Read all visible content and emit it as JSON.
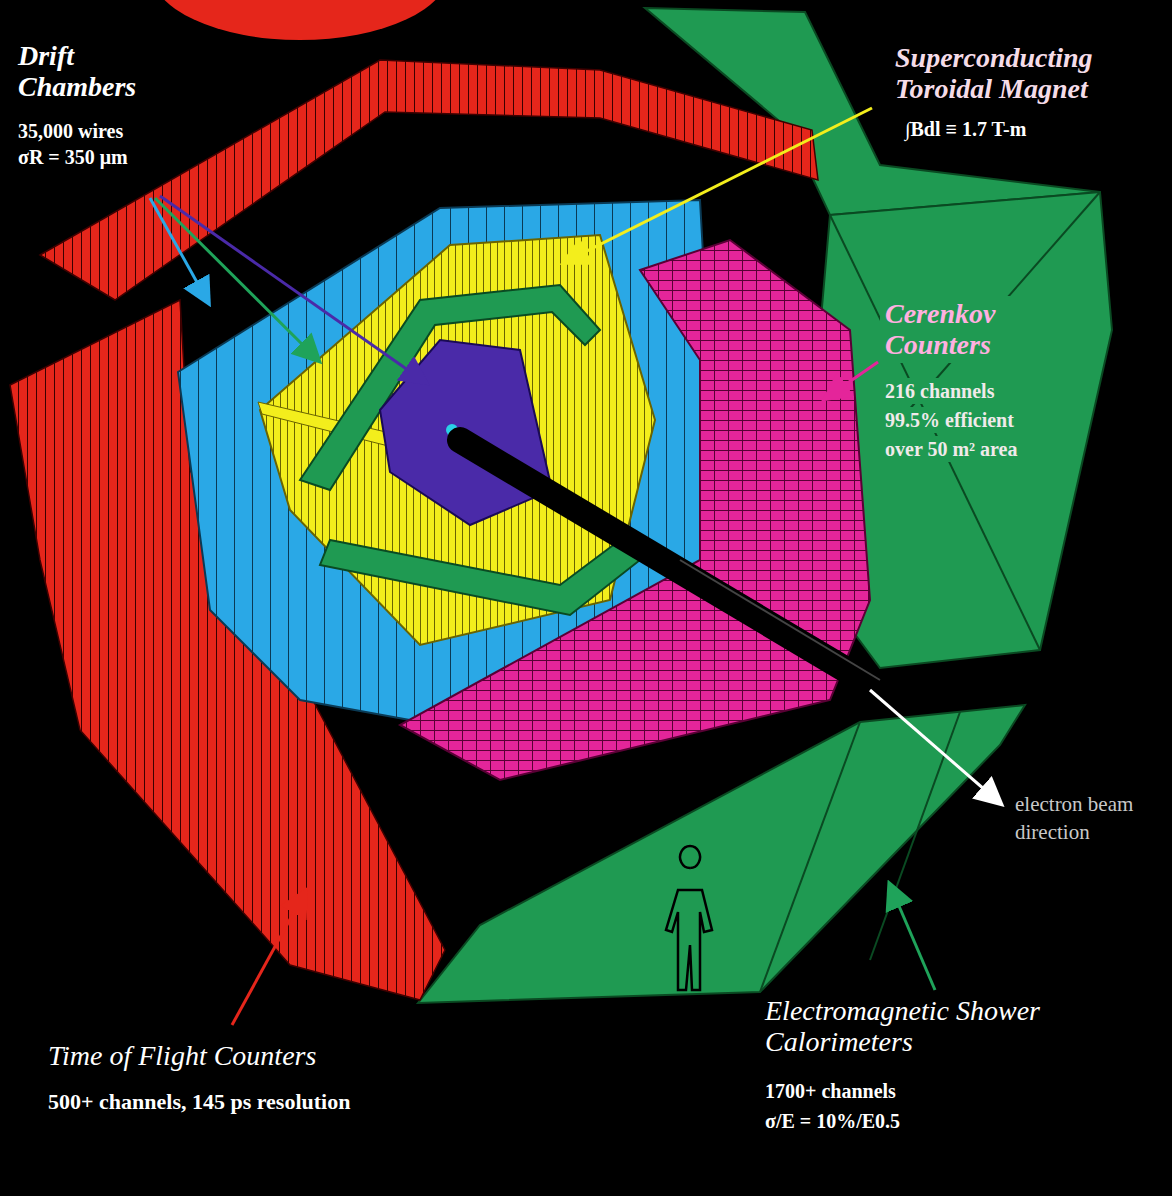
{
  "diagram": {
    "labels": [
      "Drift Chambers",
      "35,000 wires",
      "σR = 350 μm",
      "Superconducting Toroidal Magnet",
      "∫Bdl ≡ 1.7 T-m",
      "Cerenkov Counters",
      "216 channels",
      "99.5% efficient",
      "over 50 m² area",
      "electron beam direction",
      "Time of Flight Counters",
      "500+ channels, 145 ps resolution",
      "Electromagnetic Shower Calorimeters",
      "1700+ channels",
      "σ/E = 10%/E0.5"
    ]
  }
}
